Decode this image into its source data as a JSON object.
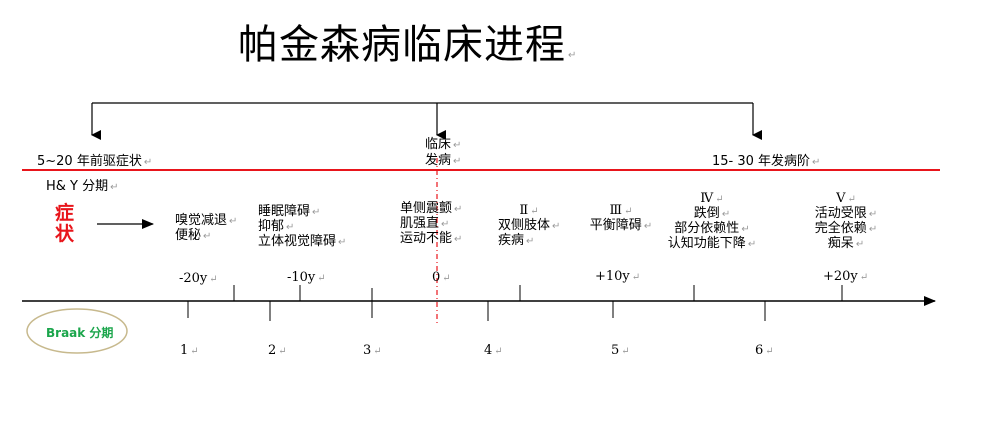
{
  "title": "帕金森病临床进程",
  "mark": "↵",
  "phases": {
    "prodromal": "5~20 年前驱症状",
    "clinical_onset": [
      "临床",
      "发病"
    ],
    "disease": "15- 30 年发病阶"
  },
  "hy_label": "H& Y 分期",
  "symptom_label": [
    "症",
    "状"
  ],
  "symptom_groups": [
    {
      "lines": [
        "嗅觉减退",
        "便秘"
      ]
    },
    {
      "lines": [
        "睡眠障碍",
        "抑郁",
        "立体视觉障碍"
      ]
    },
    {
      "lines": [
        "单侧震颤",
        "肌强直",
        "运动不能"
      ]
    },
    {
      "lines": [
        "Ⅱ",
        "双侧肢体",
        "疾病"
      ]
    },
    {
      "lines": [
        "Ⅲ",
        "平衡障碍"
      ]
    },
    {
      "lines": [
        "Ⅳ",
        "跌倒",
        "部分依赖性",
        "认知功能下降"
      ]
    },
    {
      "lines": [
        "Ⅴ",
        "活动受限",
        "完全依赖",
        "痴呆"
      ]
    }
  ],
  "time_ticks": [
    "-20y",
    "-10y",
    "0",
    "+10y",
    "+20y"
  ],
  "braak_label": "Braak 分期",
  "braak_stages": [
    "1",
    "2",
    "3",
    "4",
    "5",
    "6"
  ],
  "colors": {
    "divider": "#e8151b",
    "onset_line": "#e8151b",
    "symptom": "#e8151b",
    "braak": "#1aa54b",
    "braak_ellipse": "#c7b98d"
  }
}
